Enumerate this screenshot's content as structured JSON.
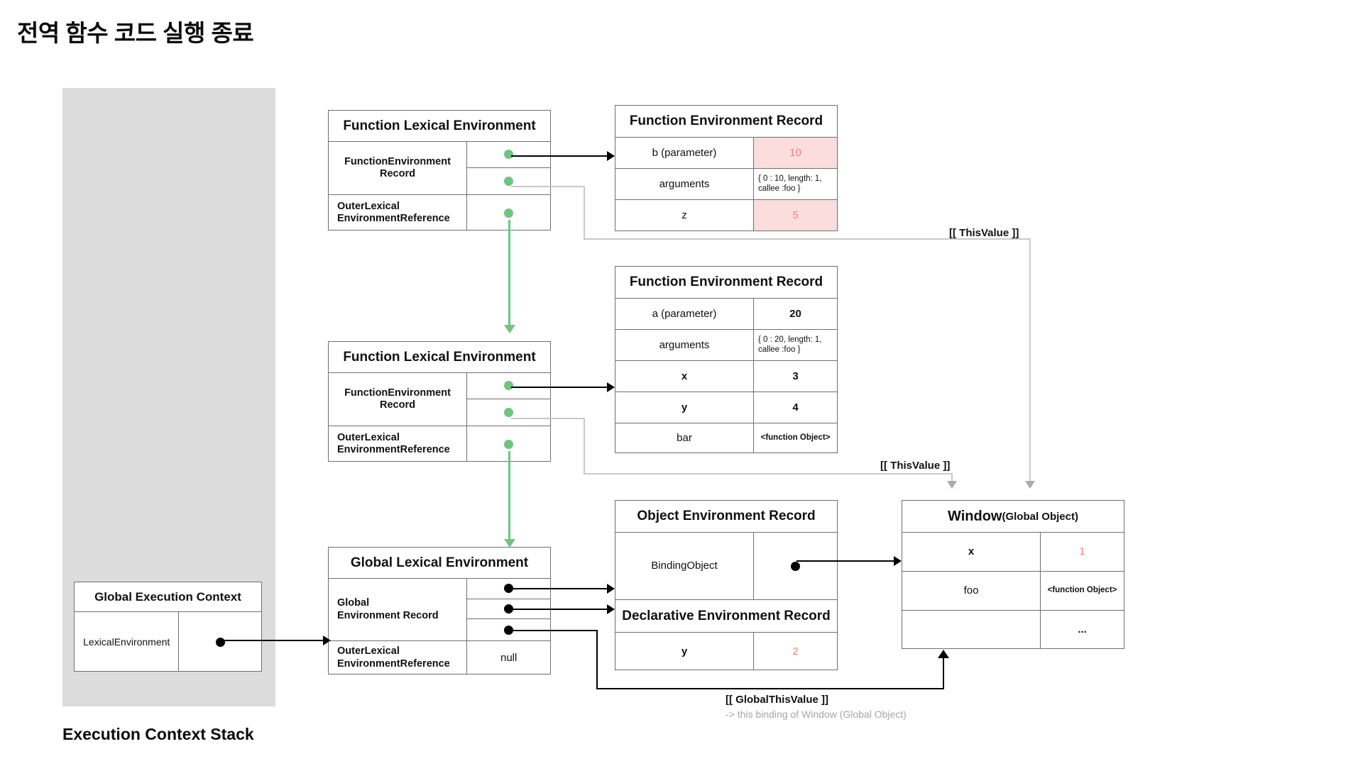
{
  "page": {
    "title": "전역 함수 코드 실행 종료",
    "stack_label": "Execution Context Stack"
  },
  "colors": {
    "green_pointer": "#6fc47f",
    "black_pointer": "#000000",
    "highlight_bg": "#fbdddd",
    "highlight_text": "#f4827b",
    "stack_bg": "#dcdcdc",
    "border": "#6f6f6f"
  },
  "function_lexical_environment_1": {
    "header": "Function Lexical Environment",
    "rows": [
      {
        "label": "FunctionEnvironment\nRecord",
        "label_line1": "FunctionEnvironment",
        "label_line2": "Record"
      },
      {
        "label_line1": "OuterLexical",
        "label_line2": "EnvironmentReference"
      }
    ]
  },
  "function_environment_record_1": {
    "header": "Function Environment Record",
    "rows": [
      {
        "name": "b (parameter)",
        "value": "10",
        "highlight": true
      },
      {
        "name": "arguments",
        "value": "{ 0 : 10, length: 1,\ncallee :foo }",
        "value_line1": "{ 0 : 10, length: 1,",
        "value_line2": "callee :foo }",
        "highlight": false
      },
      {
        "name": "z",
        "value": "5",
        "highlight": true
      }
    ]
  },
  "function_lexical_environment_2": {
    "header": "Function Lexical Environment",
    "rows": [
      {
        "label_line1": "FunctionEnvironment",
        "label_line2": "Record"
      },
      {
        "label_line1": "OuterLexical",
        "label_line2": "EnvironmentReference"
      }
    ]
  },
  "function_environment_record_2": {
    "header": "Function Environment Record",
    "rows": [
      {
        "name": "a (parameter)",
        "value": "20"
      },
      {
        "name": "arguments",
        "value_line1": "{ 0 : 20, length: 1,",
        "value_line2": "callee :foo }"
      },
      {
        "name": "x",
        "value": "3"
      },
      {
        "name": "y",
        "value": "4"
      },
      {
        "name": "bar",
        "value": "<function Object>"
      }
    ]
  },
  "global_lexical_environment": {
    "header": "Global Lexical Environment",
    "rows": [
      {
        "label_line1": "Global",
        "label_line2": "Environment Record"
      },
      {
        "label_line1": "OuterLexical",
        "label_line2": "EnvironmentReference",
        "value": "null"
      }
    ]
  },
  "object_environment_record": {
    "header": "Object Environment Record",
    "rows": [
      {
        "name": "BindingObject",
        "value": ""
      }
    ]
  },
  "declarative_environment_record": {
    "header": "Declarative Environment Record",
    "rows": [
      {
        "name": "y",
        "value": "2",
        "highlight": true
      }
    ]
  },
  "window_global_object": {
    "header_main": "Window",
    "header_sub": "(Global Object)",
    "rows": [
      {
        "name": "x",
        "value": "1",
        "highlight": true
      },
      {
        "name": "foo",
        "value": "<function Object>",
        "highlight": false
      },
      {
        "name": "",
        "value": "...",
        "highlight": false
      }
    ]
  },
  "global_execution_context": {
    "header": "Global Execution Context",
    "rows": [
      {
        "name": "LexicalEnvironment",
        "value": ""
      }
    ]
  },
  "annotations": {
    "this_value_top": "[[ ThisValue ]]",
    "this_value_mid": "[[ ThisValue ]]",
    "global_this_value": "[[ GlobalThisValue ]]",
    "global_this_value_sub": "-> this binding of Window (Global Object)"
  }
}
